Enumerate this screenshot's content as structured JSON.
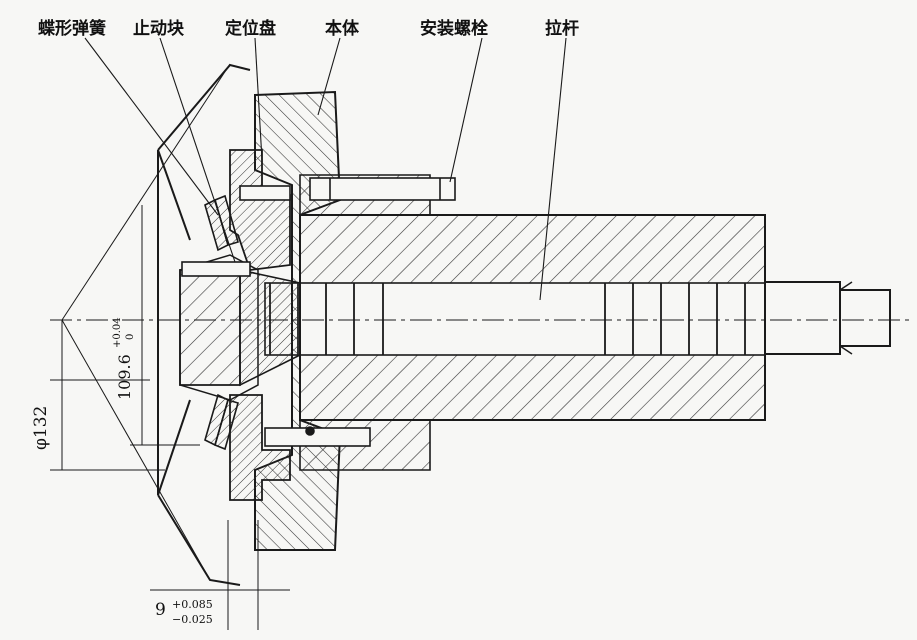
{
  "labels": {
    "butterfly_spring": "蝶形弹簧",
    "stop_block": "止动块",
    "locating_disc": "定位盘",
    "body": "本体",
    "mounting_bolt": "安装螺栓",
    "pull_rod": "拉杆"
  },
  "dimensions": {
    "dia_outer": {
      "text": "φ132"
    },
    "dia_inner": {
      "text": "109.6",
      "upper_tol": "+0.04",
      "lower_tol": "0"
    },
    "width": {
      "text": "9",
      "upper_tol": "+0.085",
      "lower_tol": "−0.025"
    }
  },
  "colors": {
    "line": "#1a1a1a",
    "hatch": "#333333",
    "paper": "#f7f7f5"
  }
}
